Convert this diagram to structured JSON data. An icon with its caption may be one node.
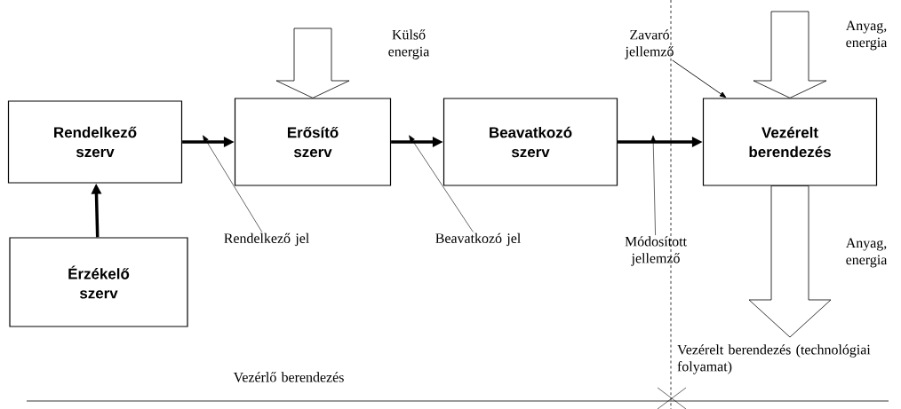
{
  "diagram": {
    "nodes": [
      {
        "text": [
          "Rendelkező szerv"
        ]
      },
      {
        "text": [
          "Érzékelő szerv"
        ]
      },
      {
        "text": [
          "Erősítő szerv"
        ]
      },
      {
        "text": [
          "Beavatkozó szerv"
        ]
      },
      {
        "text": [
          "Vezérelt berendezés"
        ]
      },
      {
        "text": [
          "Zavaró jellemző"
        ]
      },
      {
        "text": [
          "Rendelkező jel"
        ]
      },
      {
        "text": [
          "Beavatkozó jel"
        ]
      },
      {
        "text": [
          "Módosított jellemző"
        ]
      }
    ],
    "edges": [
      {
        "from": 1,
        "to": 0,
        "arrow": "to",
        "style": "thick"
      },
      {
        "from": 0,
        "to": 2,
        "arrow": "to",
        "style": "thick"
      },
      {
        "from": 2,
        "to": 3,
        "arrow": "to",
        "style": "thick"
      },
      {
        "from": 3,
        "to": 4,
        "arrow": "to",
        "style": "thick"
      },
      {
        "from": null,
        "to": 2,
        "arrow": "to"
      },
      {
        "from": 5,
        "to": 4,
        "arrow": "to"
      },
      {
        "from": null,
        "to": 4,
        "arrow": "to"
      },
      {
        "from": 4,
        "to": null,
        "arrow": "to"
      },
      {
        "from": 6,
        "to": null,
        "arrow": "to"
      },
      {
        "from": 7,
        "to": null,
        "arrow": "to"
      },
      {
        "from": 8,
        "to": null,
        "arrow": "to"
      }
    ],
    "labels": [
      "Külső energia",
      "Anyag, energia",
      "Anyag, energia",
      "Vezérlő berendezés",
      "Vezérelt berendezés (technológiai folyamat)"
    ]
  }
}
